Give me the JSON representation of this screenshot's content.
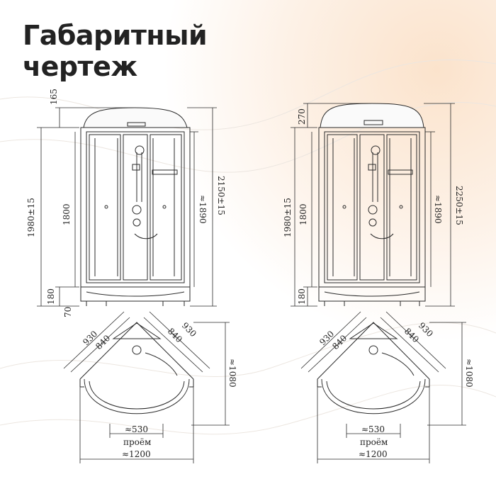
{
  "title_lines": [
    "Габаритный",
    "чертеж"
  ],
  "colors": {
    "line": "#2a2a2a",
    "background_warm": "#fbe8d4",
    "background": "#ffffff"
  },
  "left_drawing": {
    "dims": {
      "top_roof": "165",
      "height_total": "1980±15",
      "cabin_inner": "1800",
      "tray": "180",
      "feet": "70",
      "glass_height": "≈1890",
      "height_with_roof": "2150±15"
    },
    "plan": {
      "side_outer_left": "930",
      "side_inner_left": "840",
      "side_inner_right": "840",
      "side_outer_right": "930",
      "depth": "≈1080",
      "opening": "≈530",
      "opening_label": "проём",
      "width": "≈1200"
    }
  },
  "right_drawing": {
    "dims": {
      "top_roof": "270",
      "height_total": "1980±15",
      "cabin_inner": "1800",
      "tray": "180",
      "glass_height": "≈1890",
      "height_with_roof": "2250±15"
    },
    "plan": {
      "side_outer_left": "930",
      "side_inner_left": "840",
      "side_inner_right": "840",
      "side_outer_right": "930",
      "depth": "≈1080",
      "opening": "≈530",
      "opening_label": "проём",
      "width": "≈1200"
    }
  }
}
